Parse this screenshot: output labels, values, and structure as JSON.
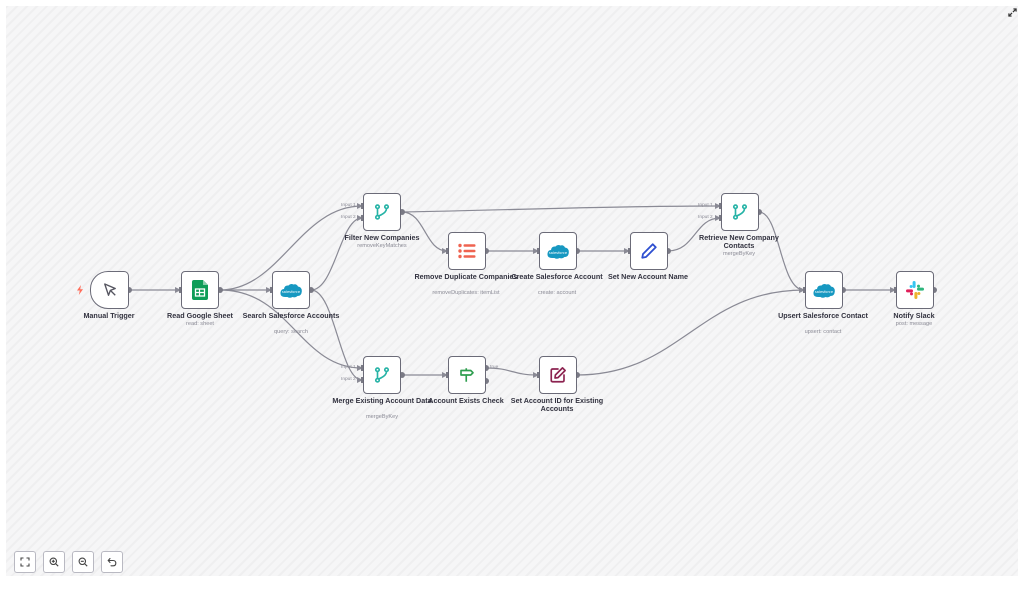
{
  "nodes": {
    "manual_trigger": {
      "title": "Manual Trigger",
      "icon": "pointer-icon"
    },
    "read_sheet": {
      "title": "Read Google Sheet",
      "subtitle": "read: sheet",
      "icon": "google-sheets-icon",
      "color": "#0f9d58"
    },
    "search_sf": {
      "title": "Search Salesforce Accounts",
      "subtitle": "query: search",
      "icon": "salesforce-icon",
      "color": "#1798c1"
    },
    "filter_new": {
      "title": "Filter New Companies",
      "subtitle": "removeKeyMatches",
      "icon": "merge-icon",
      "color": "#26b3a6",
      "input1": "Input 1",
      "input2": "Input 2"
    },
    "merge_existing": {
      "title": "Merge Existing Account Data",
      "subtitle": "mergeByKey",
      "icon": "merge-icon",
      "color": "#26b3a6",
      "input1": "Input 1",
      "input2": "Input 2"
    },
    "remove_dup": {
      "title": "Remove Duplicate Companies",
      "subtitle": "removeDuplicates: itemList",
      "icon": "list-icon",
      "color": "#ef6350"
    },
    "exists_check": {
      "title": "Account Exists Check",
      "icon": "signpost-icon",
      "color": "#2f9e4f",
      "true_label": "true"
    },
    "create_sf": {
      "title": "Create Salesforce Account",
      "subtitle": "create: account",
      "icon": "salesforce-icon",
      "color": "#1798c1"
    },
    "set_id": {
      "title": "Set Account ID for Existing Accounts",
      "icon": "edit-icon",
      "color": "#8c2350"
    },
    "set_name": {
      "title": "Set New Account Name",
      "icon": "pen-icon",
      "color": "#2e4fd0"
    },
    "retrieve": {
      "title": "Retrieve New Company Contacts",
      "subtitle": "mergeByKey",
      "icon": "merge-icon",
      "color": "#26b3a6",
      "input1": "Input 1",
      "input2": "Input 2"
    },
    "upsert": {
      "title": "Upsert Salesforce Contact",
      "subtitle": "upsert: contact",
      "icon": "salesforce-icon",
      "color": "#1798c1"
    },
    "slack": {
      "title": "Notify Slack",
      "subtitle": "post: message",
      "icon": "slack-icon"
    }
  },
  "controls": {
    "fit": "fit-view-icon",
    "zoom_in": "zoom-in-icon",
    "zoom_out": "zoom-out-icon",
    "reset": "undo-icon",
    "fullscreen": "expand-icon"
  },
  "colors": {
    "wire": "#8a8a95",
    "node_border": "#6b6b78",
    "trigger_bolt": "#ff6d5a"
  }
}
